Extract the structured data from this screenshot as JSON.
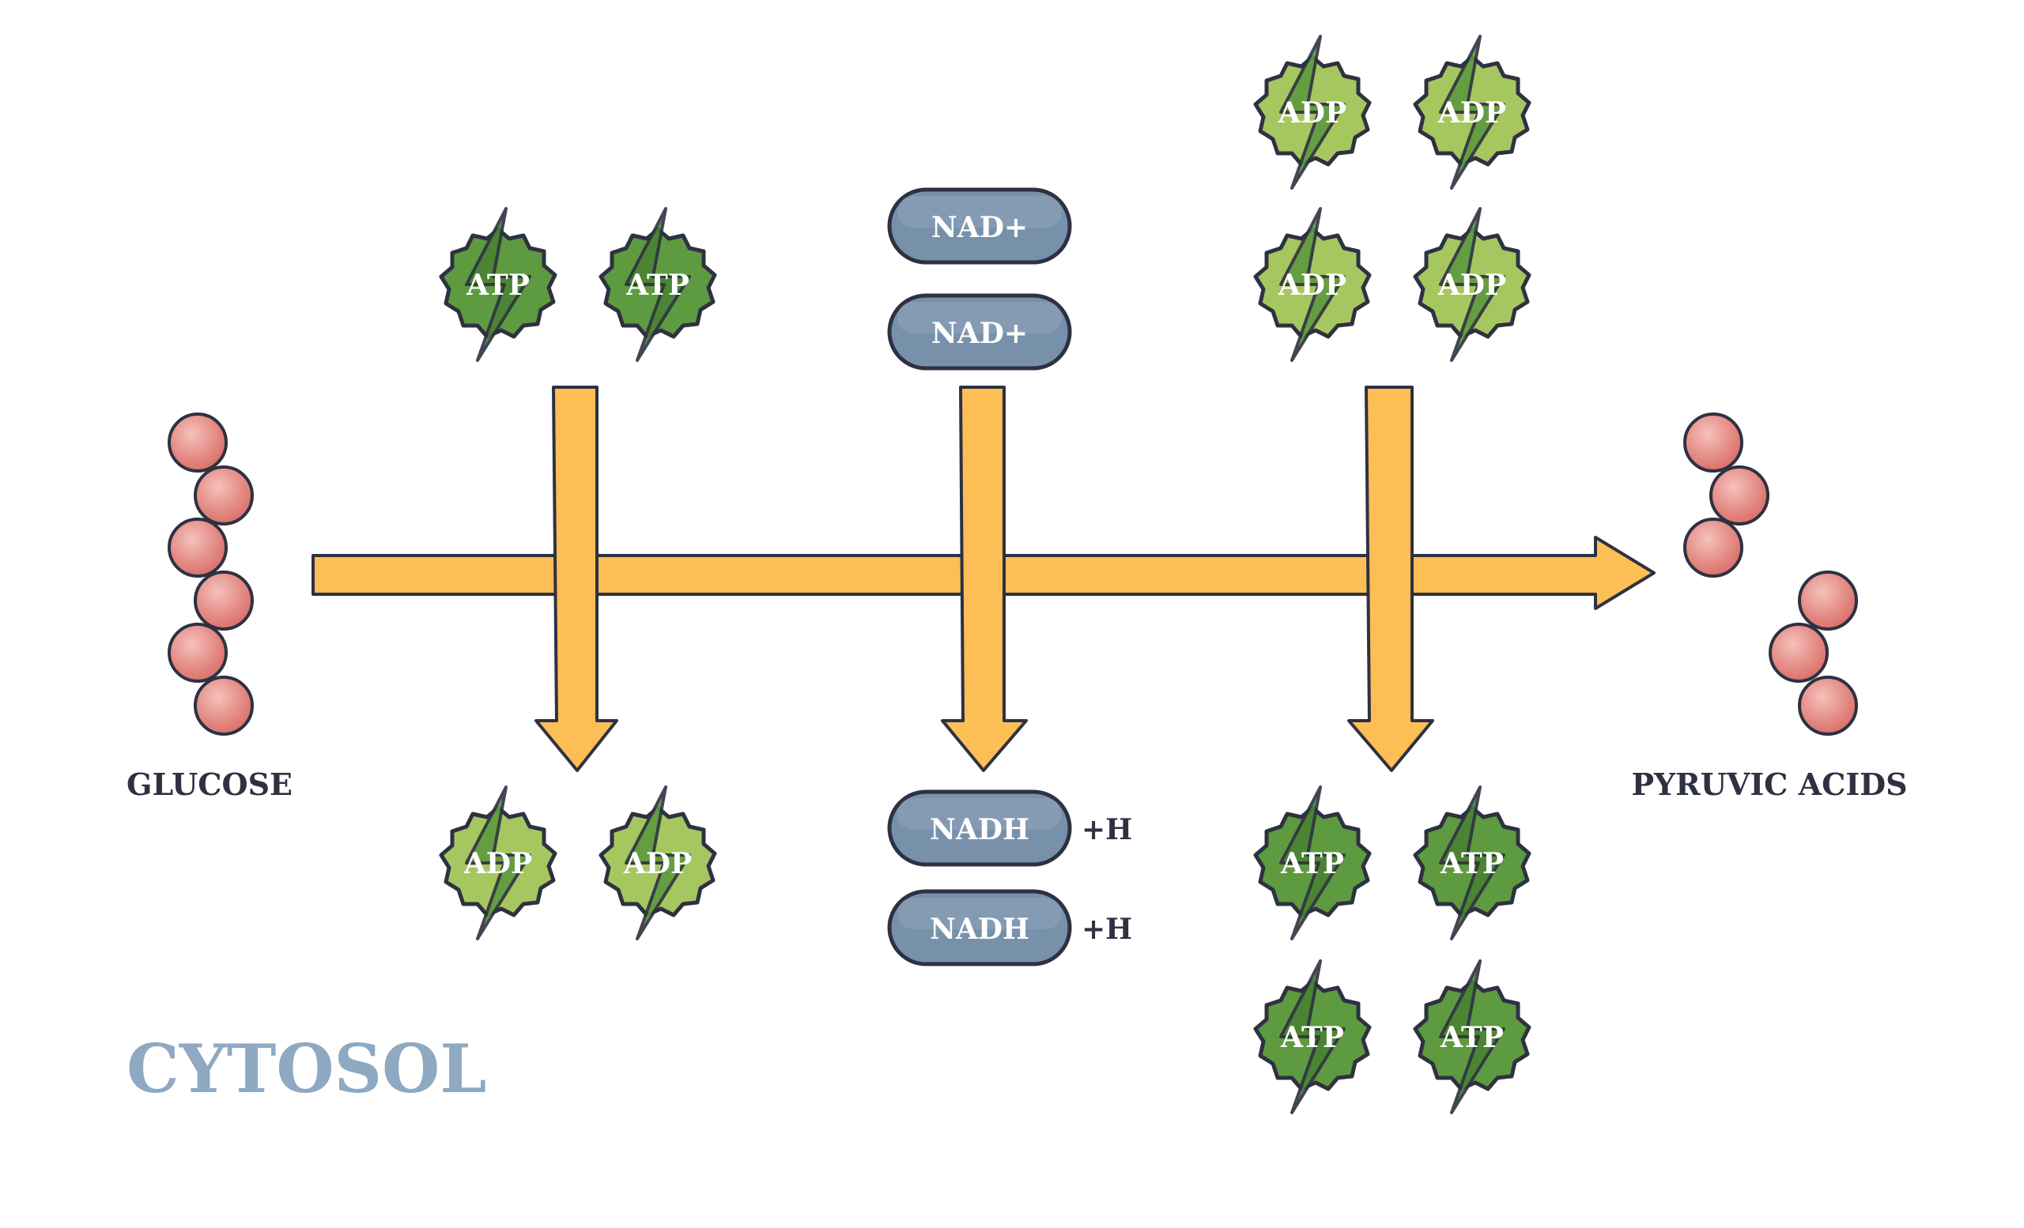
{
  "labels": {
    "glucose": "GLUCOSE",
    "pyruvic": "PYRUVIC ACIDS",
    "cytosol": "CYTOSOL",
    "plus_h": "+H"
  },
  "stage1": {
    "inputs": [
      "ATP",
      "ATP"
    ],
    "outputs": [
      "ADP",
      "ADP"
    ]
  },
  "stage2": {
    "inputs": [
      "NAD+",
      "NAD+"
    ],
    "outputs": [
      "NADH",
      "NADH"
    ]
  },
  "stage3": {
    "inputs": [
      "ADP",
      "ADP",
      "ADP",
      "ADP"
    ],
    "outputs": [
      "ATP",
      "ATP",
      "ATP",
      "ATP"
    ]
  },
  "colors": {
    "arrow_fill": "#FDBE55",
    "outline": "#2E3142",
    "atp_fill": "#5E9A3F",
    "adp_fill": "#A6C760",
    "nad_fill": "#7891AA",
    "bead_fill": "#E2817B",
    "cytosol_text": "#8EA9C1",
    "label_text": "#2E3142"
  }
}
